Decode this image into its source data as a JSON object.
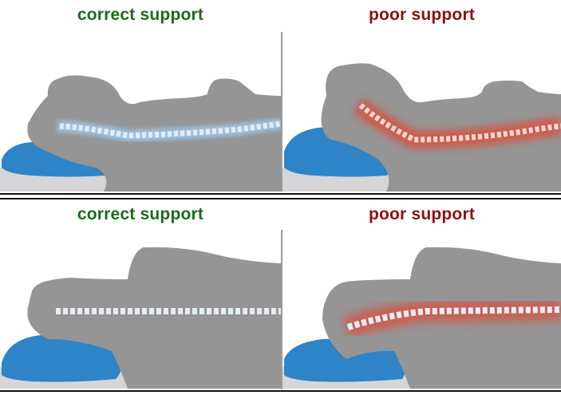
{
  "figure": {
    "subject": "pillow neck and spine support comparison",
    "panels": [
      {
        "row": "top",
        "position": "back-sleeping",
        "label": "correct support",
        "verdict": "good",
        "highlight": "none"
      },
      {
        "row": "top",
        "position": "back-sleeping",
        "label": "poor support",
        "verdict": "bad",
        "highlight": "cervical-spine-strain"
      },
      {
        "row": "bottom",
        "position": "side-sleeping",
        "label": "correct support",
        "verdict": "good",
        "highlight": "none"
      },
      {
        "row": "bottom",
        "position": "side-sleeping",
        "label": "poor support",
        "verdict": "bad",
        "highlight": "cervical-spine-strain"
      }
    ]
  },
  "colors": {
    "good_label": "#1a6a1a",
    "bad_label": "#8b1010",
    "body_silhouette": "#959595",
    "pillow": "#2e84c6",
    "mattress": "#d6d6d8",
    "spine": "#dfe8ef",
    "spine_glow": "#9cc4e4",
    "pain_glow": "#e8402a"
  }
}
